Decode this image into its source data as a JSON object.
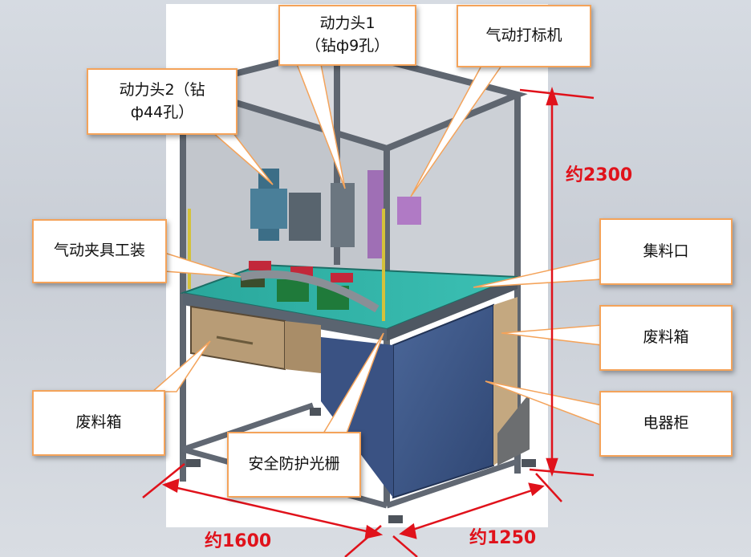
{
  "labels": {
    "head1": "动力头1\n（钻ф9孔）",
    "head2": "动力头2（钻\nф44孔）",
    "marker": "气动打标机",
    "fixture": "气动夹具工装",
    "collect_port": "集料口",
    "waste_bin_right": "废料箱",
    "waste_bin_left": "废料箱",
    "light_curtain": "安全防护光栅",
    "electric_cabinet": "电器柜"
  },
  "dimensions": {
    "height": "约2300",
    "width": "约1600",
    "depth": "约1250"
  },
  "colors": {
    "callout_border": "#f4a35a",
    "dimension_red": "#e0121b",
    "table_top": "#2fb3a8",
    "cabinet_blue": "#3e5a8c",
    "drawer_tan": "#b89c76",
    "frame_gray": "#6f7680"
  }
}
